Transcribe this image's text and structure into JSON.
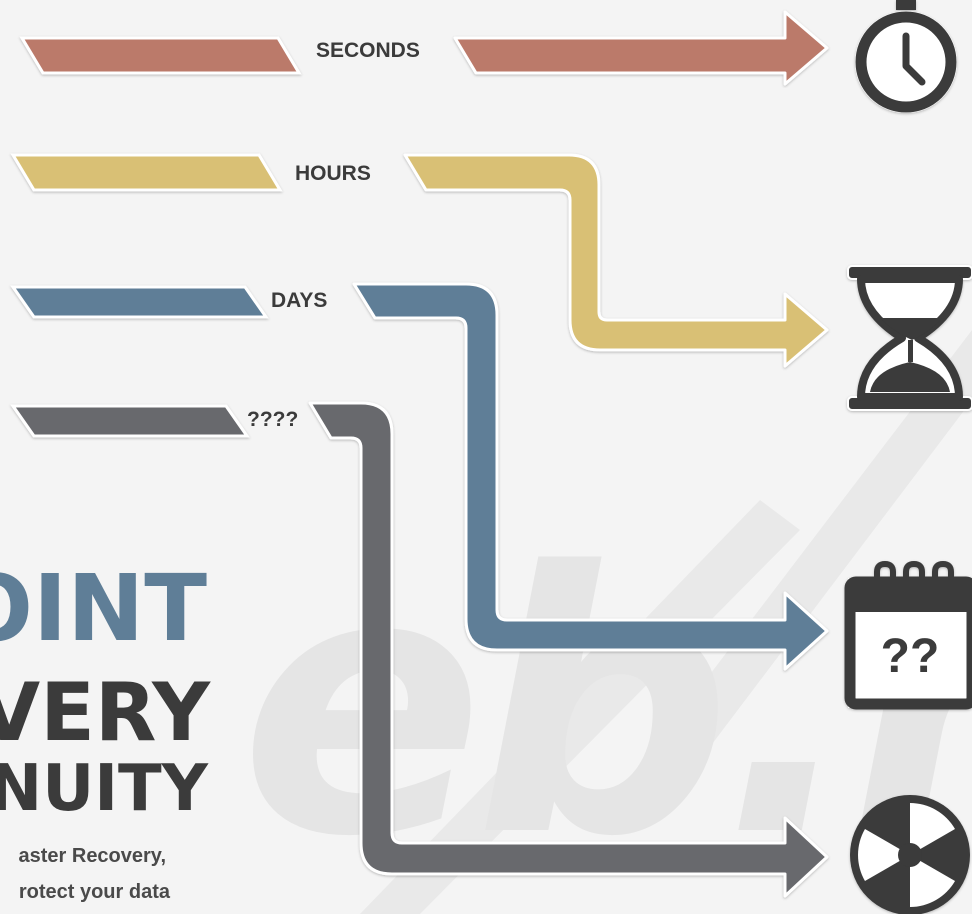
{
  "colors": {
    "seconds": "#bb7a6b",
    "hours": "#d9c075",
    "days": "#5f7e97",
    "unknown": "#68696d",
    "icon": "#3a3a3a",
    "title_accent": "#5f7e97",
    "title_dark": "#3b3b3b"
  },
  "lanes": {
    "seconds": {
      "label": "SECONDS",
      "icon": "stopwatch-icon"
    },
    "hours": {
      "label": "HOURS",
      "icon": "hourglass-icon"
    },
    "days": {
      "label": "DAYS",
      "icon": "calendar-icon"
    },
    "unknown": {
      "label": "????",
      "icon": "radiation-icon"
    }
  },
  "calendar_text": "??",
  "title": {
    "line1": "OINT",
    "line2": "VERY",
    "line3": "NUITY"
  },
  "subtitle": {
    "line1": "aster Recovery,",
    "line2": "rotect your data"
  },
  "watermark": "eb.n"
}
